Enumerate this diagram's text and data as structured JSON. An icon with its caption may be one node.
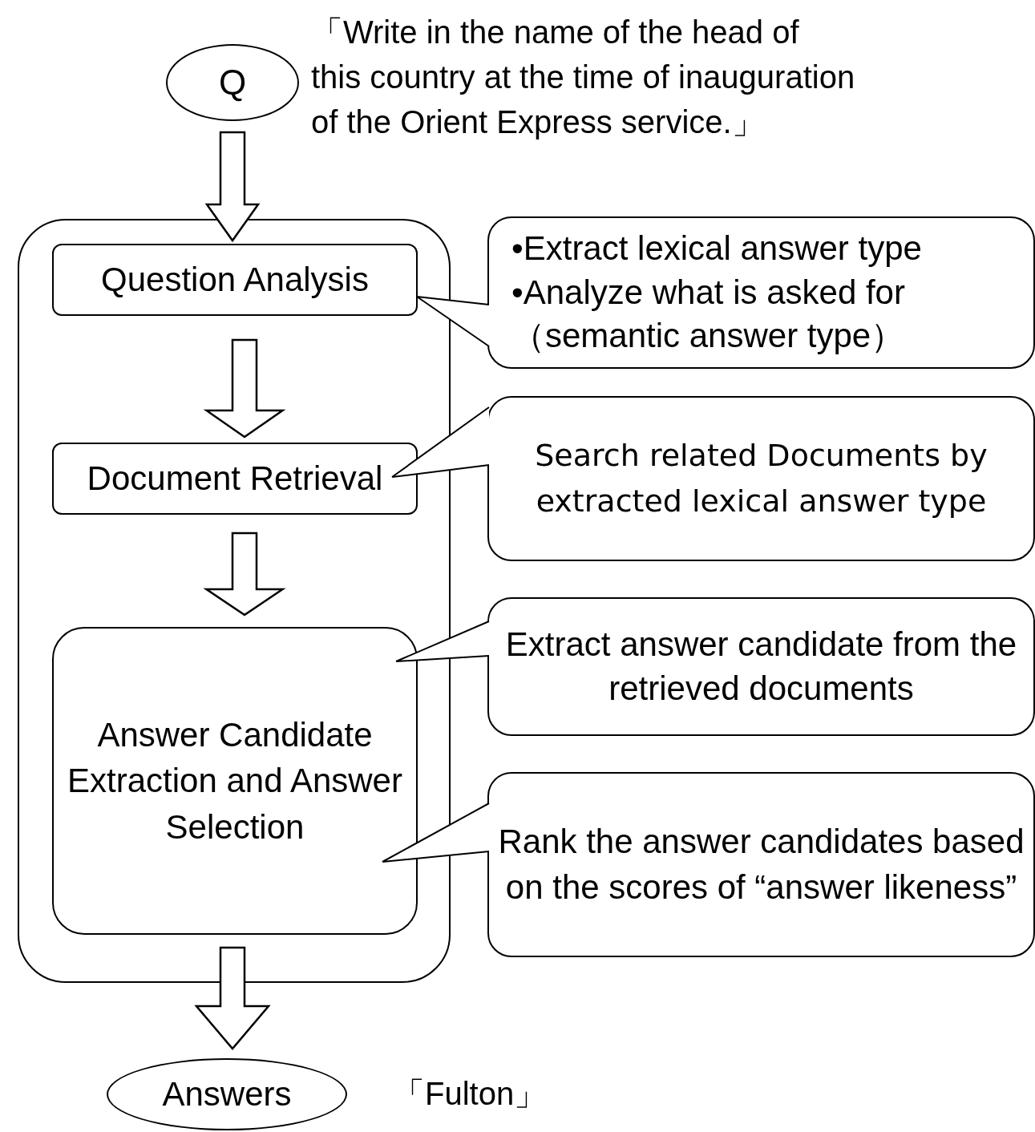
{
  "diagram": {
    "nodes": [
      {
        "text": [
          "Q"
        ],
        "beside": [
          "「Write in the name of the head of this country at the time of inauguration of the Orient Express service.」"
        ]
      },
      {
        "text": [],
        "shape": "box"
      },
      {
        "text": [
          "Question Analysis"
        ],
        "in": 1
      },
      {
        "text": [
          "Document Retrieval"
        ],
        "in": 1
      },
      {
        "text": [
          "Answer Candidate Extraction and Answer Selection"
        ],
        "in": 1
      },
      {
        "text": [
          "•Extract lexical answer type",
          "•Analyze what is asked for （semantic answer type）"
        ]
      },
      {
        "text": [
          "Search related Documents by extracted lexical answer type"
        ]
      },
      {
        "text": [
          "Extract answer candidate from the retrieved documents"
        ]
      },
      {
        "text": [
          "Rank the answer candidates based on the scores of “answer likeness”"
        ]
      },
      {
        "text": [
          "Answers"
        ],
        "beside": [
          "「Fulton」"
        ]
      }
    ],
    "edges": [
      {
        "from": 0,
        "to": 1,
        "arrow": "to",
        "style": "thick"
      },
      {
        "from": 2,
        "to": 3,
        "arrow": "to",
        "style": "thick"
      },
      {
        "from": 3,
        "to": 4,
        "arrow": "to",
        "style": "thick"
      },
      {
        "from": 1,
        "to": 9,
        "arrow": "to",
        "style": "thick"
      },
      {
        "from": 5,
        "to": 2,
        "arrow": "none"
      },
      {
        "from": 6,
        "to": 3,
        "arrow": "none"
      },
      {
        "from": 7,
        "to": 4,
        "arrow": "none"
      },
      {
        "from": 8,
        "to": 4,
        "arrow": "none"
      }
    ]
  }
}
